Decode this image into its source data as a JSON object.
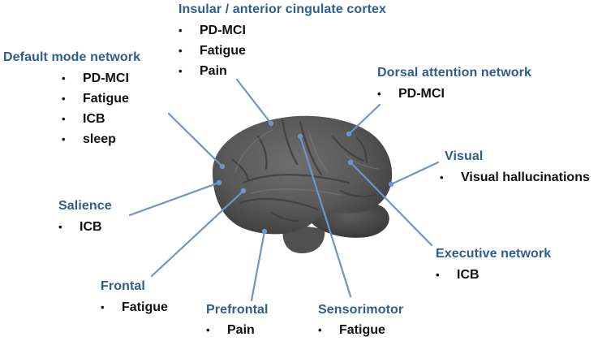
{
  "colors": {
    "title_text": "#2e5d8f",
    "item_text": "#111111",
    "connector_line": "#6a97c8",
    "brain_fill": "#5a5a5a",
    "brain_dark": "#3c3c3c",
    "brain_light": "#7a7a7a"
  },
  "bullet_char": "•",
  "networks": {
    "insular": {
      "title": "Insular / anterior cingulate cortex",
      "items": [
        "PD-MCI",
        "Fatigue",
        "Pain"
      ]
    },
    "default_mode": {
      "title": "Default mode network",
      "items": [
        "PD-MCI",
        "Fatigue",
        "ICB",
        "sleep"
      ]
    },
    "dorsal_attention": {
      "title": "Dorsal attention network",
      "items": [
        "PD-MCI"
      ]
    },
    "visual": {
      "title": "Visual",
      "items": [
        "Visual hallucinations"
      ]
    },
    "salience": {
      "title": "Salience",
      "items": [
        "ICB"
      ]
    },
    "executive": {
      "title": "Executive network",
      "items": [
        "ICB"
      ]
    },
    "frontal": {
      "title": "Frontal",
      "items": [
        "Fatigue"
      ]
    },
    "prefrontal": {
      "title": "Prefrontal",
      "items": [
        "Pain"
      ]
    },
    "sensorimotor": {
      "title": "Sensorimotor",
      "items": [
        "Fatigue"
      ]
    }
  }
}
